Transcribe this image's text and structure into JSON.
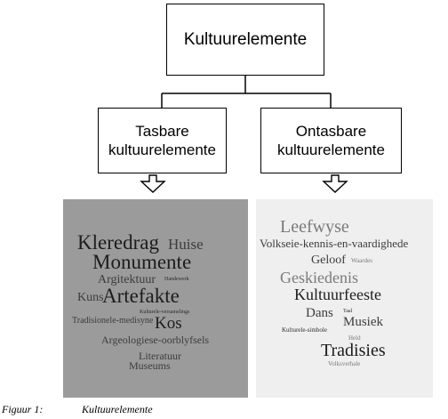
{
  "diagram": {
    "root": "Kultuurelemente",
    "left_branch": "Tasbare kultuurelemente",
    "right_branch": "Ontasbare kultuurelemente"
  },
  "tangible_words": [
    "Kleredrag",
    "Huise",
    "Monumente",
    "Argitektuur",
    "Handewerk",
    "Kuns",
    "Artefakte",
    "Kulturele-versamelings",
    "Tradisionele-medisyne",
    "Kos",
    "Argeologiese-oorblyfsels",
    "Literatuur",
    "Museums"
  ],
  "intangible_words": [
    "Leefwyse",
    "Volkseie-kennis-en-vaardighede",
    "Geloof",
    "Waardes",
    "Geskiedenis",
    "Kultuurfeeste",
    "Dans",
    "Taal",
    "Musiek",
    "Kulturele-simbole",
    "Held",
    "Tradisies",
    "Volksverhale"
  ],
  "colors": {
    "left_panel": "#9b9b9b",
    "right_panel": "#efefef"
  },
  "caption": {
    "label": "Figuur 1:",
    "text": "Kultuurelemente"
  }
}
